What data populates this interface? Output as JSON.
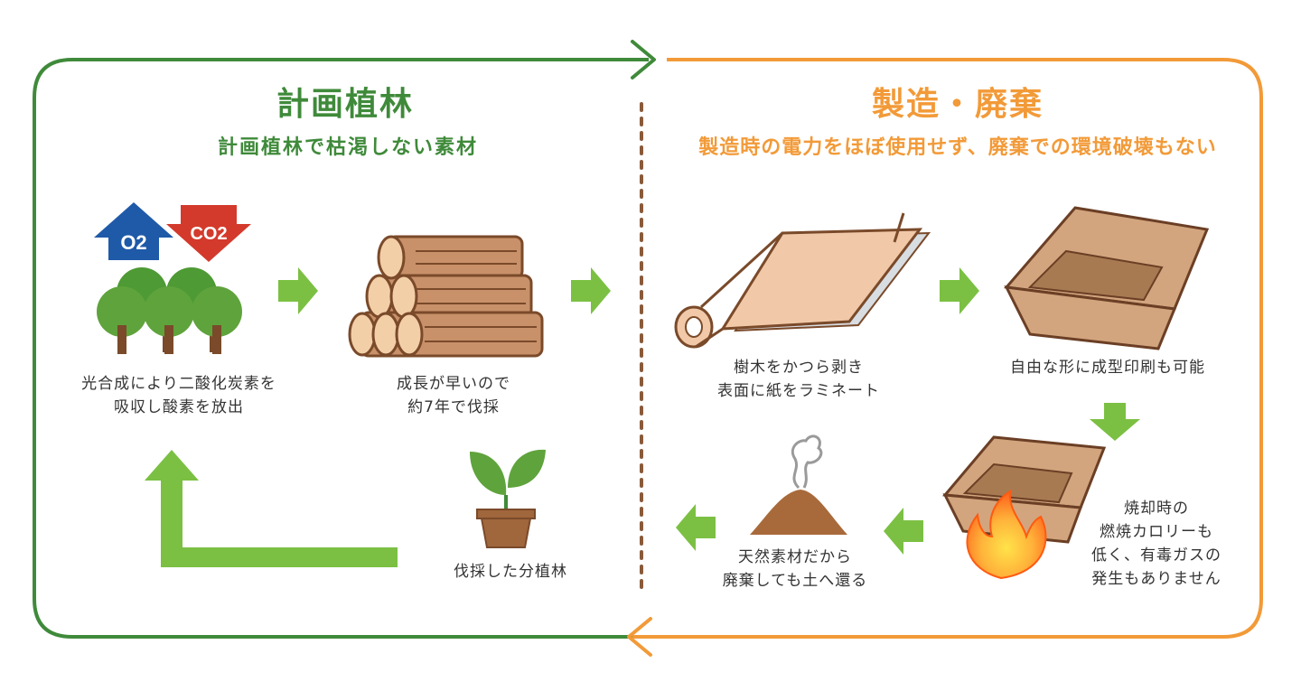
{
  "colors": {
    "green_frame": "#3f8a3a",
    "orange_frame": "#f29a38",
    "arrow_green": "#7bc043",
    "title_green": "#3f8a3a",
    "title_orange": "#f29a38",
    "wood": "#c8916a",
    "wood_dark": "#7a4a2a",
    "box": "#d2a57e",
    "tree": "#5fa33c",
    "o2_blue": "#1f5aa8",
    "co2_red": "#d33a2c"
  },
  "left": {
    "title": "計画植林",
    "subtitle": "計画植林で枯渇しない素材",
    "step1_lines": [
      "光合成により二酸化炭素を",
      "吸収し酸素を放出"
    ],
    "step2_lines": [
      "成長が早いので",
      "約7年で伐採"
    ],
    "step3_lines": [
      "伐採した分植林"
    ]
  },
  "right": {
    "title": "製造・廃棄",
    "subtitle": "製造時の電力をほぼ使用せず、廃棄での環境破壊もない",
    "step1_lines": [
      "樹木をかつら剥き",
      "表面に紙をラミネート"
    ],
    "step2_lines": [
      "自由な形に成型印刷も可能"
    ],
    "step3_lines": [
      "焼却時の",
      "燃焼カロリーも",
      "低く、有毒ガスの",
      "発生もありません"
    ],
    "step4_lines": [
      "天然素材だから",
      "廃棄しても土へ還る"
    ]
  },
  "icons": {
    "o2_label": "O2",
    "co2_label": "CO2"
  }
}
